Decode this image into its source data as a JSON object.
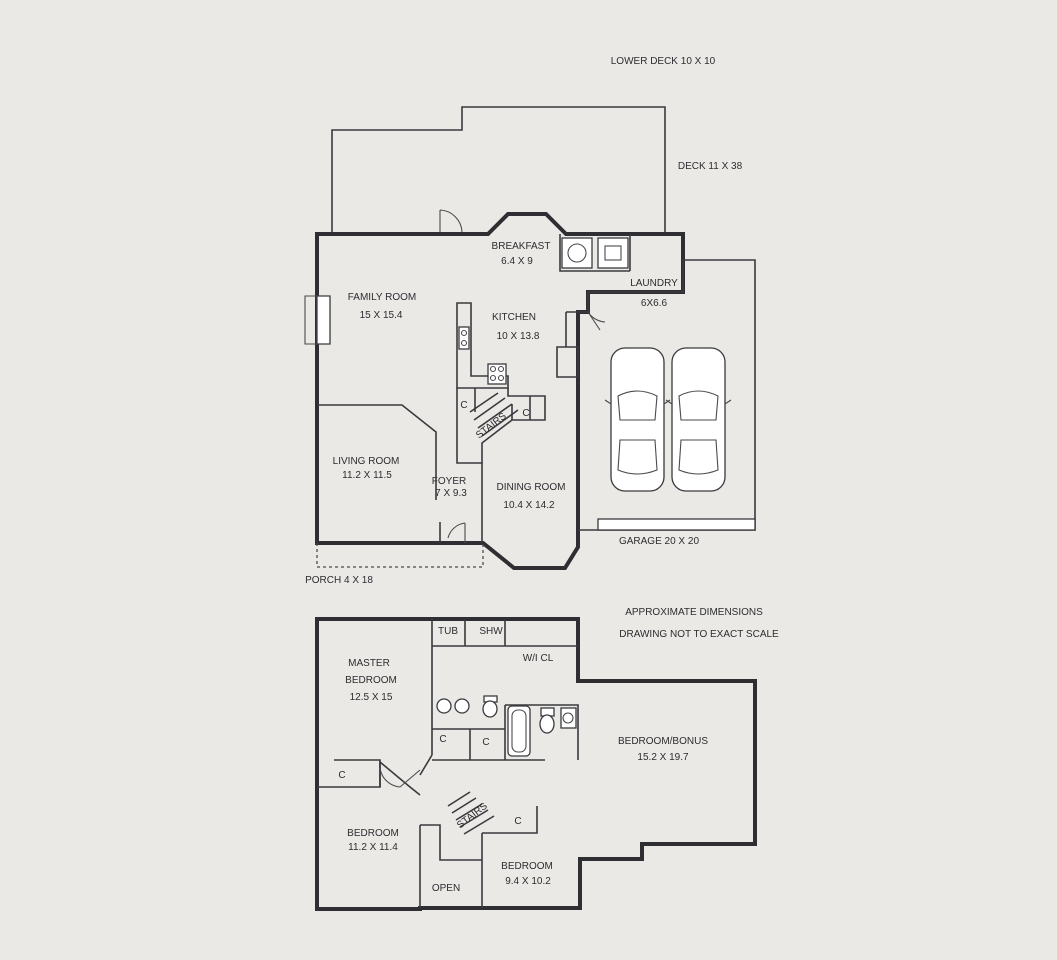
{
  "labels": {
    "lower_deck": "LOWER DECK 10 X 10",
    "deck": "DECK 11 X 38",
    "breakfast_name": "BREAKFAST",
    "breakfast_dim": "6.4 X 9",
    "laundry_name": "LAUNDRY",
    "laundry_dim": "6X6.6",
    "family_name": "FAMILY ROOM",
    "family_dim": "15 X 15.4",
    "kitchen_name": "KITCHEN",
    "kitchen_dim": "10 X 13.8",
    "closet": "C",
    "stairs": "STAIRS",
    "living_name": "LIVING ROOM",
    "living_dim": "11.2 X 11.5",
    "foyer_name": "FOYER",
    "foyer_dim": "7 X 9.3",
    "dining_name": "DINING ROOM",
    "dining_dim": "10.4 X 14.2",
    "garage": "GARAGE 20 X 20",
    "porch": "PORCH 4 X 18",
    "approx": "APPROXIMATE DIMENSIONS",
    "scale": "DRAWING NOT TO EXACT SCALE",
    "tub": "TUB",
    "shower": "SHW",
    "wic": "W/I CL",
    "master_name": "MASTER",
    "master_name2": "BEDROOM",
    "master_dim": "12.5 X 15",
    "bonus_name": "BEDROOM/BONUS",
    "bonus_dim": "15.2 X 19.7",
    "bed2_name": "BEDROOM",
    "bed2_dim": "11.2 X 11.4",
    "bed3_name": "BEDROOM",
    "bed3_dim": "9.4 X 10.2",
    "open": "OPEN"
  }
}
